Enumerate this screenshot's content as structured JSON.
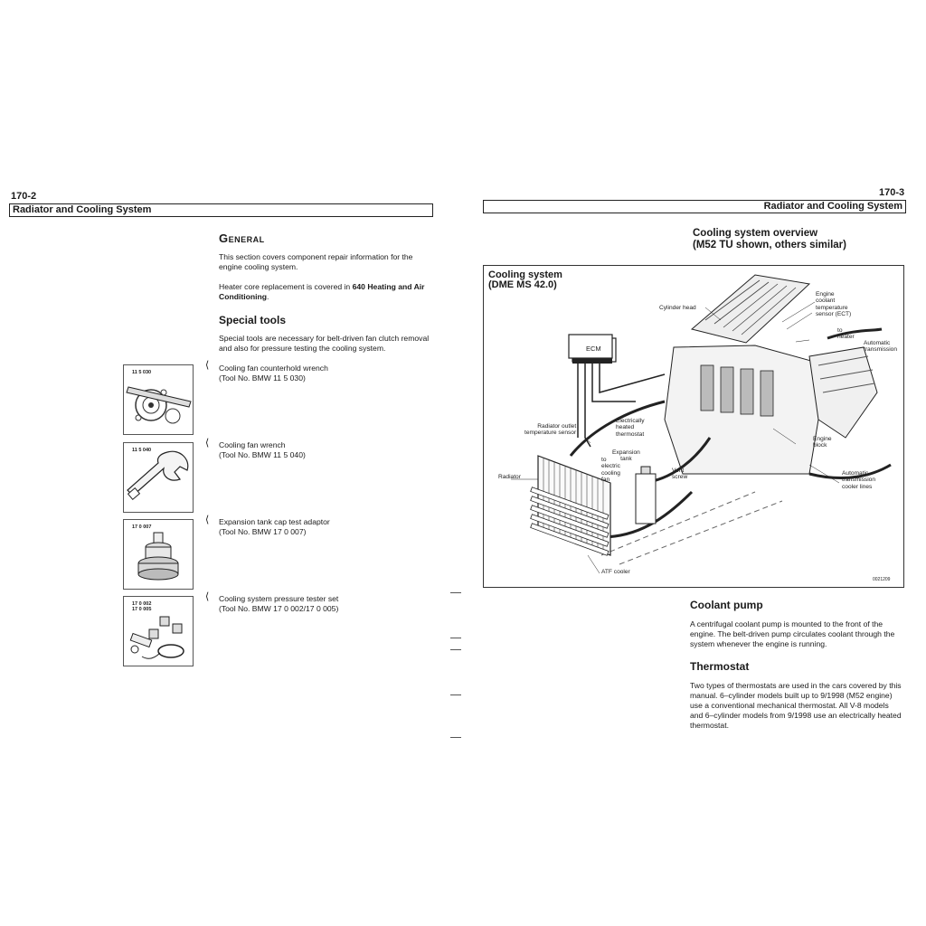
{
  "left_page": {
    "page_number": "170-2",
    "header_title": "Radiator and Cooling System",
    "heading": "General",
    "intro": "This section covers component repair information for the engine cooling system.",
    "heater_prefix": "Heater core replacement is covered in ",
    "heater_bold": "640 Heating and Air Conditioning",
    "heater_suffix": ".",
    "special_tools_heading": "Special tools",
    "special_tools_text": "Special tools are necessary for belt-driven fan clutch removal and also for pressure testing the cooling system.",
    "tools": [
      {
        "number": "11 5 030",
        "name": "Cooling fan counterhold wrench",
        "tool_no": "(Tool No. BMW 11 5 030)"
      },
      {
        "number": "11 5 040",
        "name": "Cooling fan wrench",
        "tool_no": "(Tool No. BMW 11 5 040)"
      },
      {
        "number": "17 0 007",
        "name": "Expansion tank cap test adaptor",
        "tool_no": "(Tool No. BMW 17 0 007)"
      },
      {
        "number": "17 0 002\n17 0 005",
        "name": "Cooling system pressure tester set",
        "tool_no": "(Tool No. BMW 17 0 002/17 0 005)"
      }
    ]
  },
  "right_page": {
    "page_number": "170-3",
    "header_title": "Radiator and Cooling System",
    "overview_heading_line1": "Cooling system overview",
    "overview_heading_line2": "(M52 TU shown, others similar)",
    "diagram": {
      "title_line1": "Cooling system",
      "title_line2": "(DME MS 42.0)",
      "figure_id": "0021209",
      "labels": {
        "cylinder_head": "Cylinder head",
        "ect": "Engine\ncoolant\ntemperature\nsensor (ECT)",
        "to_heater": "to\nheater",
        "auto_trans": "Automatic\ntransmission",
        "ecm": "ECM",
        "rad_outlet": "Radiator outlet\ntemperature sensor",
        "thermostat": "Electrically\nheated\nthermostat",
        "engine_block": "Engine\nblock",
        "expansion_tank": "Expansion\ntank",
        "to_fan": "to\nelectric\ncooling\nfan",
        "vent_screw": "Vent\nscrew",
        "radiator": "Radiator",
        "cooler_lines": "Automatic\ntransmission\ncooler lines",
        "atf_cooler": "ATF cooler"
      }
    },
    "coolant_pump_heading": "Coolant pump",
    "coolant_pump_text": "A centrifugal coolant pump is mounted to the front of the engine. The belt-driven pump circulates coolant through the system whenever the engine is running.",
    "thermostat_heading": "Thermostat",
    "thermostat_text": "Two types of thermostats are used in the cars covered by this manual. 6–cylinder models built up to 9/1998 (M52 engine) use a conventional mechanical thermostat. All V-8 models and 6–cylinder models from 9/1998 use an electrically heated thermostat."
  }
}
